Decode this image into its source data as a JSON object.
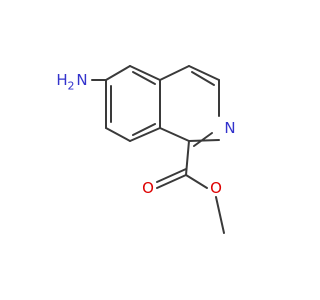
{
  "molecule": {
    "colors": {
      "bond": "#3a3a3a",
      "carbon": "#3a3a3a",
      "nitrogen": "#3333cc",
      "oxygen": "#dd0000"
    },
    "labels": {
      "amino_h": "H",
      "amino_h_count": "2",
      "amino_n": "N",
      "ring_n": "N",
      "carbonyl_o": "O",
      "ester_o": "O"
    }
  }
}
